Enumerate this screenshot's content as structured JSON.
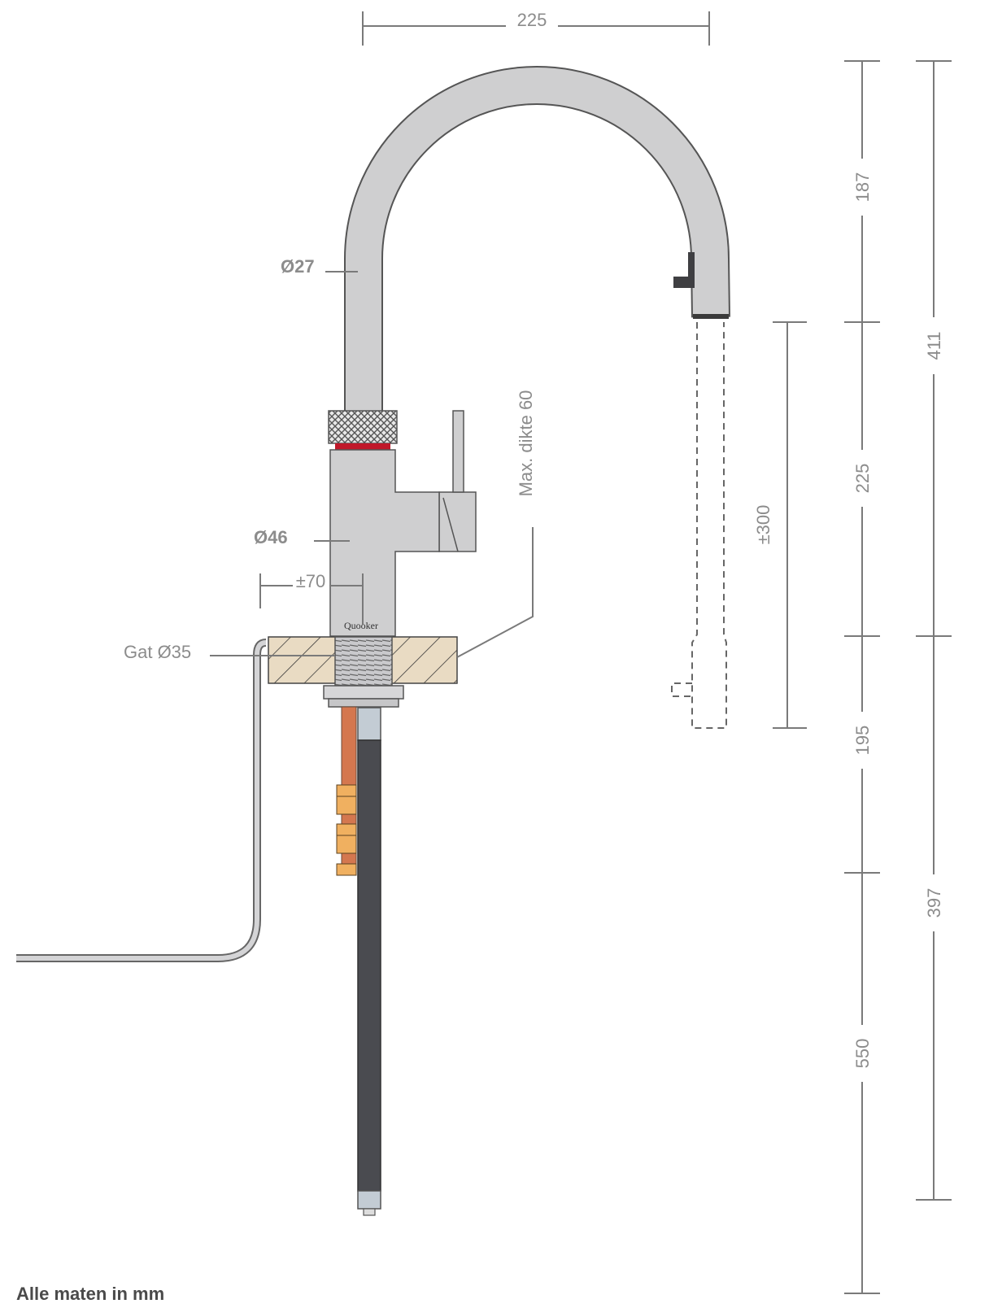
{
  "dimensions": {
    "spout_reach": "225",
    "spout_height": "187",
    "body_height": "225",
    "below_counter_upper": "195",
    "below_counter_hose": "550",
    "above_counter_total": "411",
    "below_counter_total": "397",
    "pull_out_hose": "±300",
    "spout_diameter": "Ø27",
    "body_diameter": "Ø46",
    "counter_offset": "±70",
    "hole_diameter": "Gat Ø35",
    "max_thickness": "Max. dikte 60"
  },
  "brand_logo": "Quooker",
  "footnote": "Alle maten in mm",
  "colors": {
    "tap_steel": "#cfcfd0",
    "outline": "#555555",
    "red_band": "#c0182a",
    "countertop": "#e9dbc3",
    "copper_pipe": "#d4774f",
    "brass_fitting": "#f0b060",
    "hose": "#4a4b50",
    "dim_text": "#8c8c8c"
  }
}
